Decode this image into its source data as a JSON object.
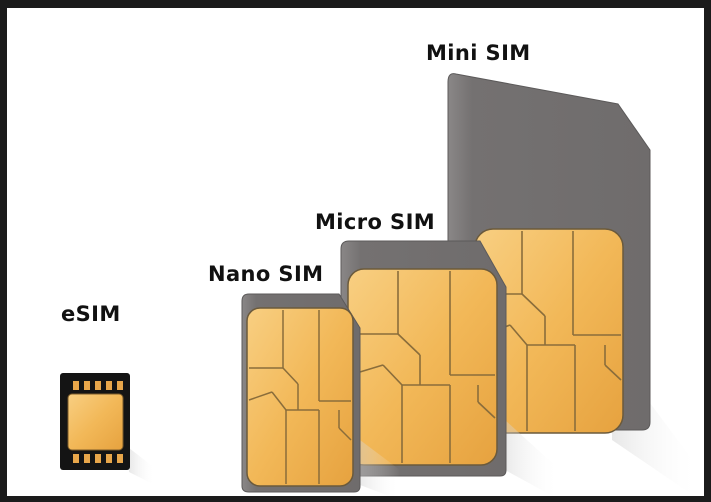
{
  "labels": {
    "mini": "Mini SIM",
    "micro": "Micro SIM",
    "nano": "Nano SIM",
    "esim": "eSIM"
  },
  "colors": {
    "background": "#ffffff",
    "frame": "#1b1b1b",
    "card_body": "#747171",
    "chip_gold": "#f1b54e",
    "esim_package": "#141414"
  }
}
